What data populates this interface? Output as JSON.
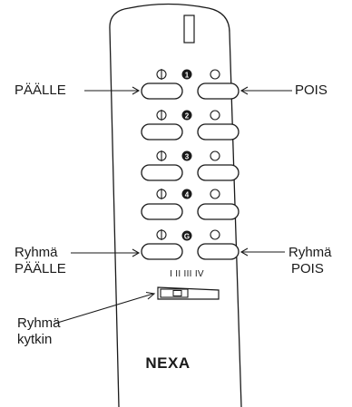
{
  "labels": {
    "on": "PÄÄLLE",
    "off": "POIS",
    "group_on_line1": "Ryhmä",
    "group_on_line2": "PÄÄLLE",
    "group_off_line1": "Ryhmä",
    "group_off_line2": "POIS",
    "group_switch_line1": "Ryhmä",
    "group_switch_line2": "kytkin"
  },
  "switch_scale": "I II III IV",
  "brand": "NEXA",
  "rows": [
    {
      "channel": "1",
      "on_symbol": "on-symbol-icon",
      "off_symbol": "off-symbol-icon"
    },
    {
      "channel": "2",
      "on_symbol": "on-symbol-icon",
      "off_symbol": "off-symbol-icon"
    },
    {
      "channel": "3",
      "on_symbol": "on-symbol-icon",
      "off_symbol": "off-symbol-icon"
    },
    {
      "channel": "4",
      "on_symbol": "on-symbol-icon",
      "off_symbol": "off-symbol-icon"
    },
    {
      "channel": "G",
      "on_symbol": "on-symbol-icon",
      "off_symbol": "off-symbol-icon"
    }
  ],
  "colors": {
    "line": "#1a1a1a",
    "background": "#ffffff"
  }
}
